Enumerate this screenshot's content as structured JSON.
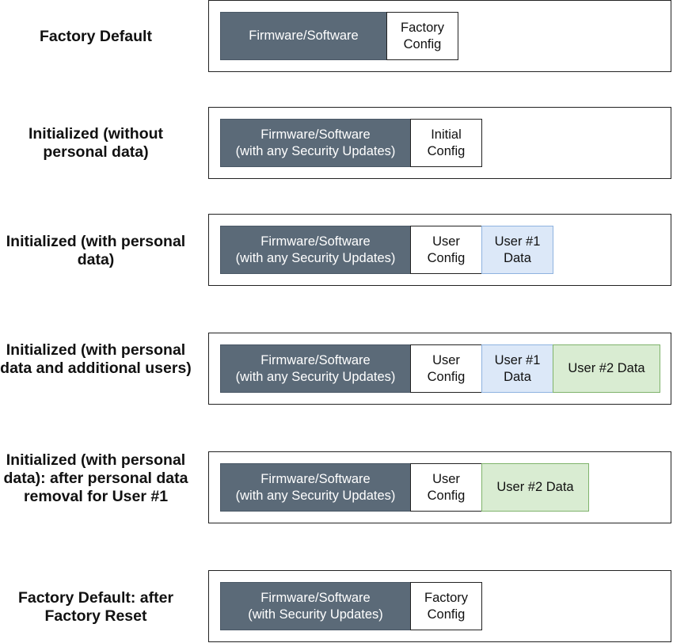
{
  "rows": [
    {
      "label": "Factory Default",
      "blocks": [
        {
          "type": "firmware",
          "text": "Firmware/Software"
        },
        {
          "type": "config",
          "text": "Factory\nConfig"
        }
      ]
    },
    {
      "label": "Initialized (without personal data)",
      "blocks": [
        {
          "type": "firmware",
          "text": "Firmware/Software\n(with any Security Updates)"
        },
        {
          "type": "config",
          "text": "Initial\nConfig"
        }
      ]
    },
    {
      "label": "Initialized (with personal data)",
      "blocks": [
        {
          "type": "firmware",
          "text": "Firmware/Software\n(with any Security Updates)"
        },
        {
          "type": "config",
          "text": "User\nConfig"
        },
        {
          "type": "user1",
          "text": "User #1\nData"
        }
      ]
    },
    {
      "label": "Initialized (with personal data and additional users)",
      "blocks": [
        {
          "type": "firmware",
          "text": "Firmware/Software\n(with any Security Updates)"
        },
        {
          "type": "config",
          "text": "User\nConfig"
        },
        {
          "type": "user1",
          "text": "User #1\nData"
        },
        {
          "type": "user2",
          "text": "User #2 Data"
        }
      ]
    },
    {
      "label": "Initialized (with personal data): after personal data removal for User #1",
      "blocks": [
        {
          "type": "firmware",
          "text": "Firmware/Software\n(with any Security Updates)"
        },
        {
          "type": "config",
          "text": "User\nConfig"
        },
        {
          "type": "user2",
          "text": "User #2 Data"
        }
      ]
    },
    {
      "label": "Factory Default: after Factory Reset",
      "blocks": [
        {
          "type": "firmware",
          "text": "Firmware/Software\n(with Security Updates)"
        },
        {
          "type": "config",
          "text": "Factory\nConfig"
        }
      ]
    }
  ]
}
